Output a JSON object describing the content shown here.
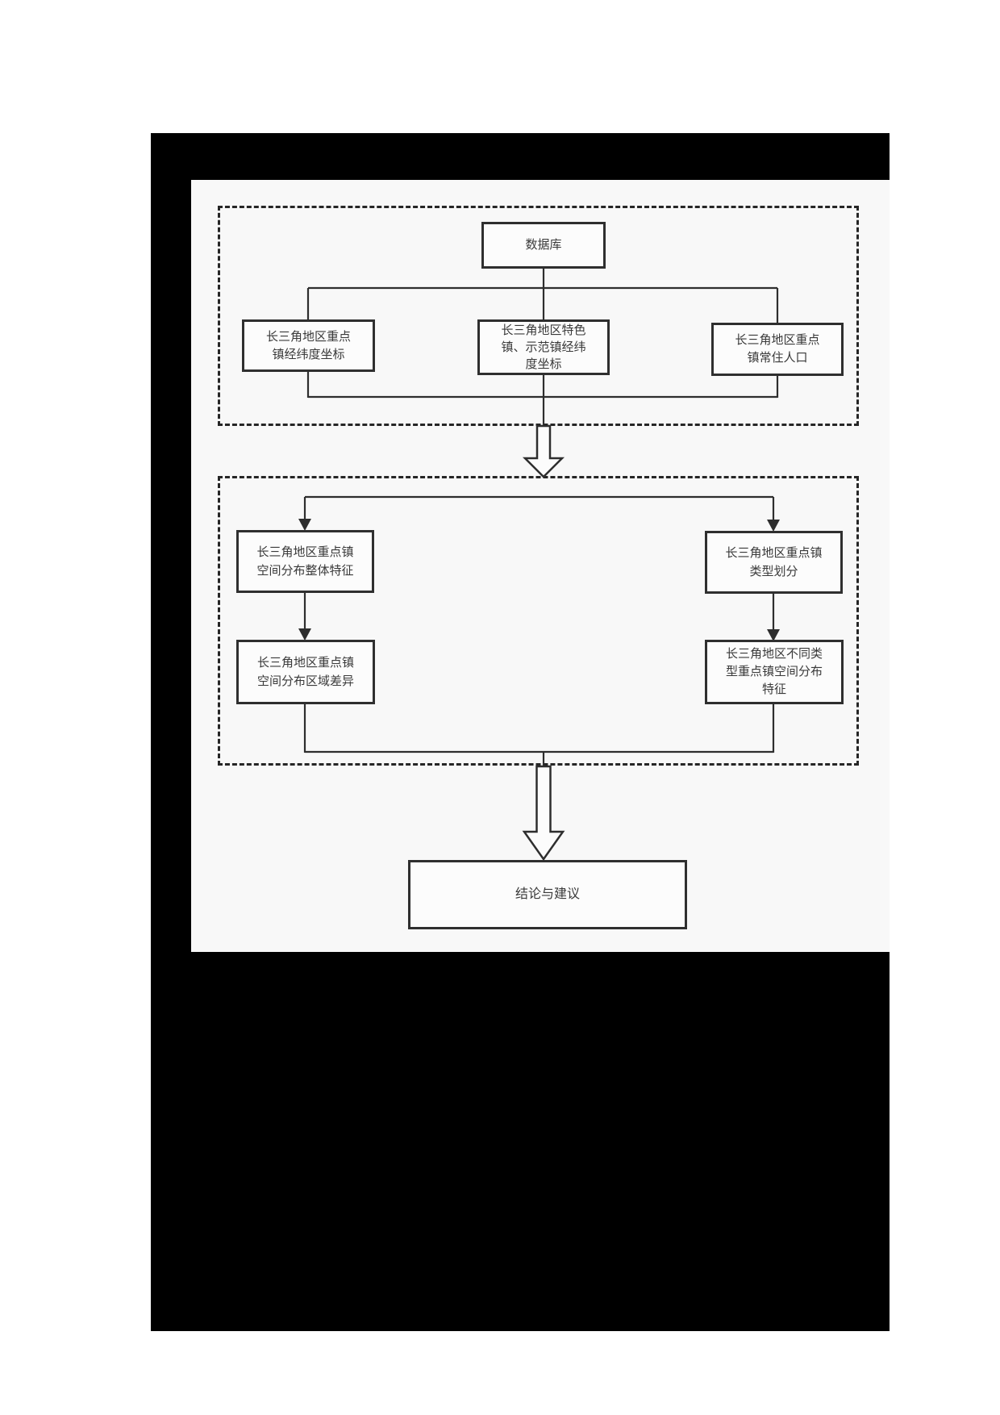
{
  "colors": {
    "canvas_bg": "#ffffff",
    "frame_bg": "#000000",
    "page_bg": "#f8f8f8",
    "box_bg": "#fcfcfc",
    "box_border": "#2f2f2f",
    "line": "#2e2e2e",
    "text": "#3a3a3a",
    "dashed_border": "#262626"
  },
  "flowchart": {
    "database_box": {
      "label": "数据库"
    },
    "data_sources": [
      {
        "label": "长三角地区重点\n镇经纬度坐标"
      },
      {
        "label": "长三角地区特色\n镇、示范镇经纬\n度坐标"
      },
      {
        "label": "长三角地区重点\n镇常住人口"
      }
    ],
    "analysis_left": [
      {
        "label": "长三角地区重点镇\n空间分布整体特征"
      },
      {
        "label": "长三角地区重点镇\n空间分布区域差异"
      }
    ],
    "analysis_right": [
      {
        "label": "长三角地区重点镇\n类型划分"
      },
      {
        "label": "长三角地区不同类\n型重点镇空间分布\n特征"
      }
    ],
    "conclusion_box": {
      "label": "结论与建议"
    }
  }
}
